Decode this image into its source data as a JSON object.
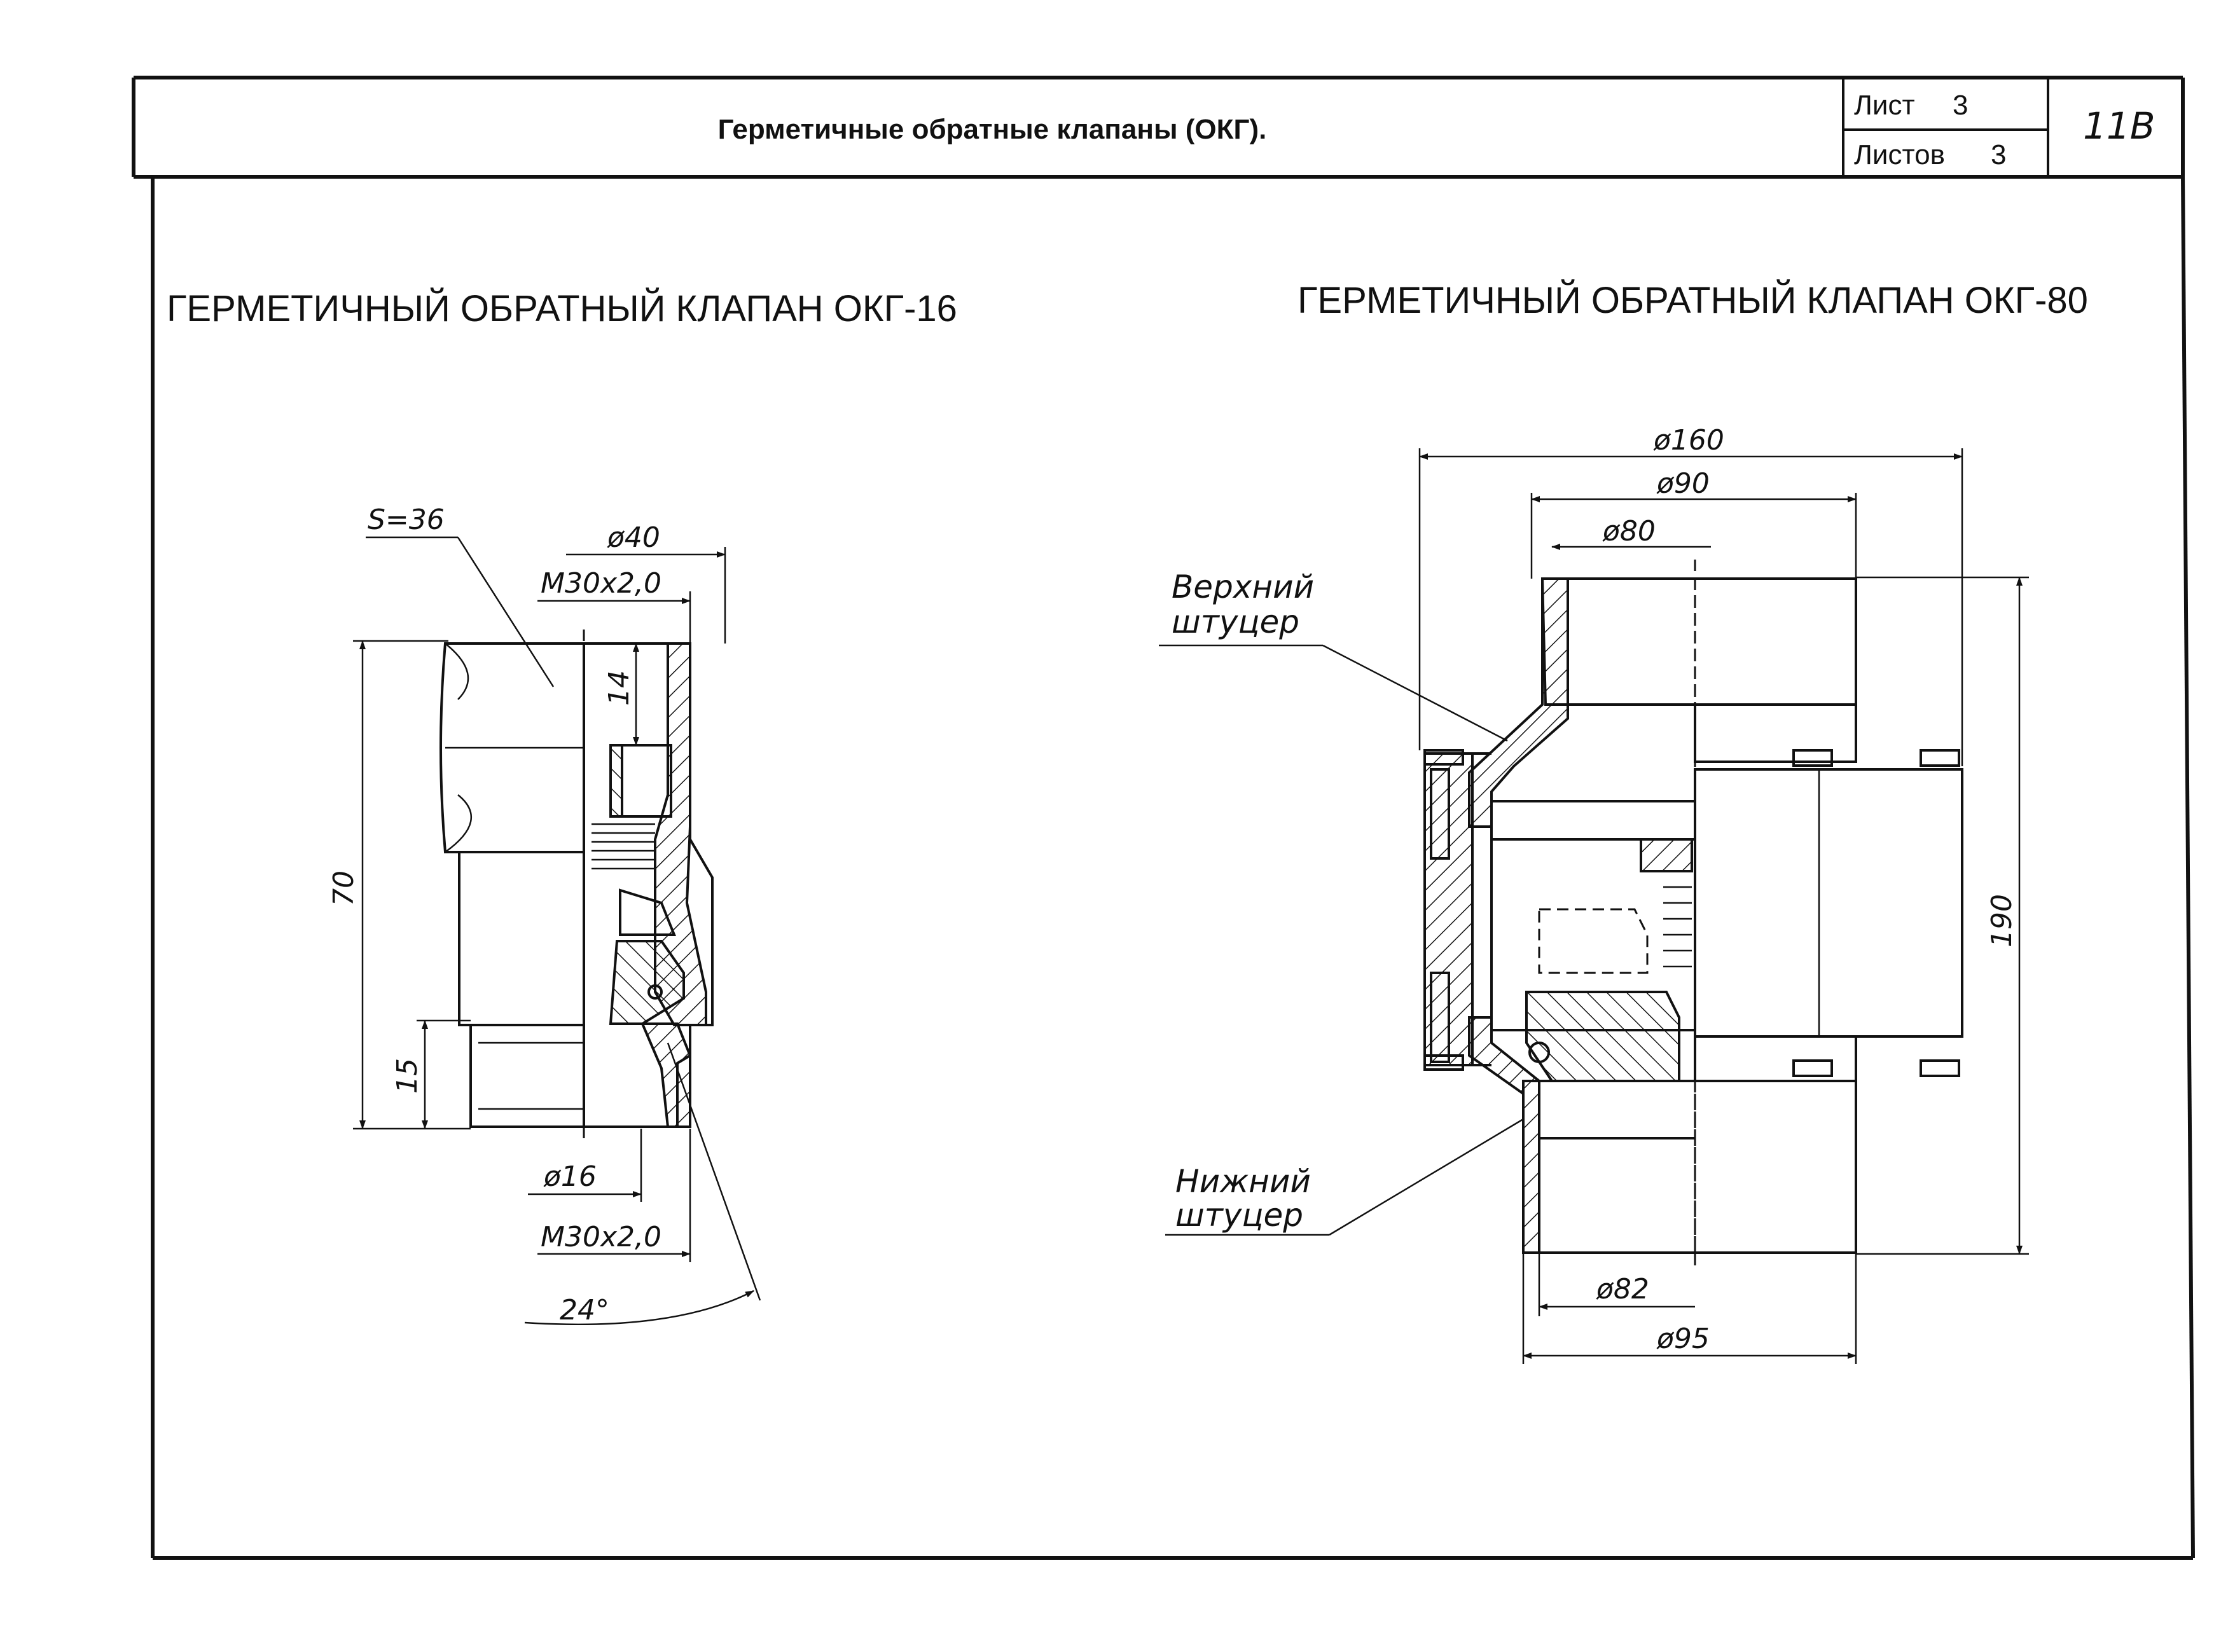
{
  "header": {
    "title": "Герметичные обратные клапаны (ОКГ).",
    "sheet_label": "Лист",
    "sheet_value": "3",
    "sheets_label": "Листов",
    "sheets_value": "3",
    "page_mark": "11В"
  },
  "left_drawing": {
    "title": "ГЕРМЕТИЧНЫЙ ОБРАТНЫЙ КЛАПАН ОКГ-16",
    "dims": {
      "s": "S=36",
      "d40": "ø40",
      "m30_top": "М30х2,0",
      "h14": "14",
      "h70": "70",
      "h15": "15",
      "d16": "ø16",
      "m30_bottom": "М30х2,0",
      "angle": "24°"
    }
  },
  "right_drawing": {
    "title": "ГЕРМЕТИЧНЫЙ ОБРАТНЫЙ КЛАПАН ОКГ-80",
    "dims": {
      "d160": "ø160",
      "d90": "ø90",
      "d80": "ø80",
      "h190": "190",
      "d82": "ø82",
      "d95": "ø95"
    },
    "labels": {
      "upper_1": "Верхний",
      "upper_2": "штуцер",
      "lower_1": "Нижний",
      "lower_2": "штуцер"
    }
  }
}
